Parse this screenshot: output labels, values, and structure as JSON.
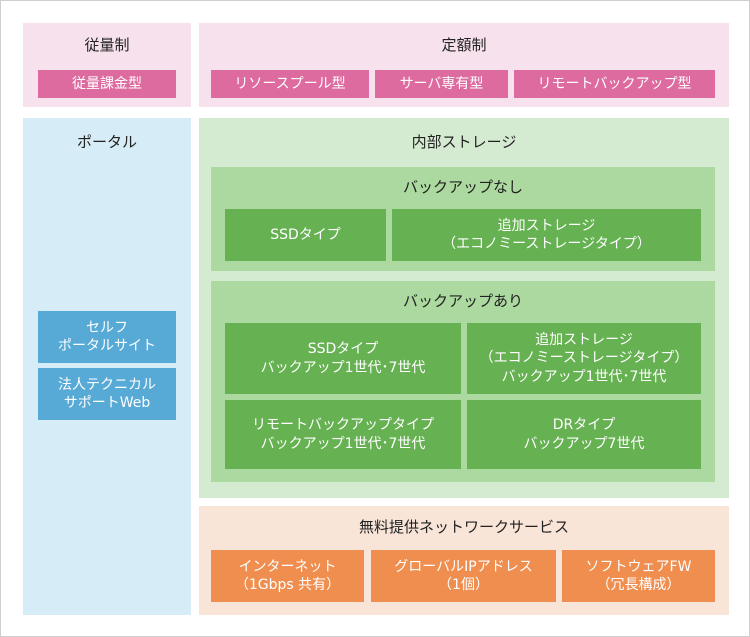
{
  "metered": {
    "title": "従量制",
    "tag": "従量課金型"
  },
  "flat_rate": {
    "title": "定額制",
    "tags": [
      "リソースプール型",
      "サーバ専有型",
      "リモートバックアップ型"
    ]
  },
  "portal": {
    "title": "ポータル",
    "items": [
      "セルフ\nポータルサイト",
      "法人テクニカル\nサポートWeb"
    ]
  },
  "internal_storage": {
    "title": "内部ストレージ",
    "no_backup": {
      "title": "バックアップなし",
      "boxes": [
        "SSDタイプ",
        "追加ストレージ\n（エコノミーストレージタイプ）"
      ]
    },
    "with_backup": {
      "title": "バックアップあり",
      "boxes": [
        "SSDタイプ\nバックアップ1世代･7世代",
        "追加ストレージ\n（エコノミーストレージタイプ）\nバックアップ1世代･7世代",
        "リモートバックアップタイプ\nバックアップ1世代･7世代",
        "DRタイプ\nバックアップ7世代"
      ]
    }
  },
  "free_network": {
    "title": "無料提供ネットワークサービス",
    "boxes": [
      "インターネット\n（1Gbps 共有）",
      "グローバルIPアドレス\n（1個）",
      "ソフトウェアFW\n（冗長構成）"
    ]
  },
  "colors": {
    "pink": "#de6b9f",
    "blue": "#58aad6",
    "green": "#66b152",
    "orange": "#ef8e4f"
  }
}
